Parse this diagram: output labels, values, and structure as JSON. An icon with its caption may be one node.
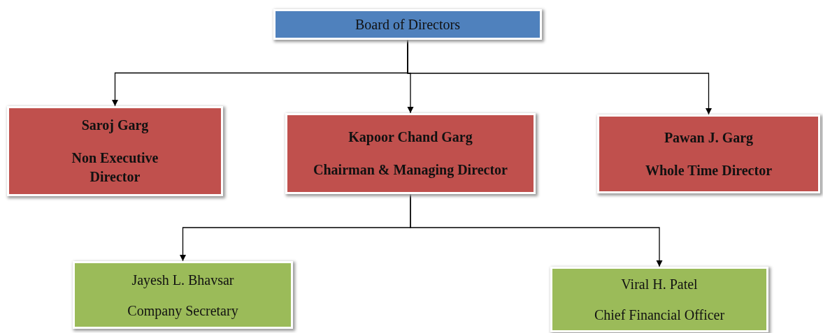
{
  "diagram": {
    "nodes": [
      {
        "text": [
          "Board of Directors"
        ]
      },
      {
        "text": [
          "Saroj Garg",
          "Non Executive Director"
        ]
      },
      {
        "text": [
          "Kapoor Chand Garg",
          "Chairman & Managing Director"
        ]
      },
      {
        "text": [
          "Pawan J. Garg",
          "Whole Time Director"
        ]
      },
      {
        "text": [
          "Jayesh L. Bhavsar",
          "Company Secretary"
        ]
      },
      {
        "text": [
          "Viral H. Patel",
          "Chief Financial Officer"
        ]
      }
    ],
    "edges": [
      {
        "from": 0,
        "to": 1,
        "arrow": "to"
      },
      {
        "from": 0,
        "to": 2,
        "arrow": "to"
      },
      {
        "from": 0,
        "to": 3,
        "arrow": "to"
      },
      {
        "from": 2,
        "to": 4,
        "arrow": "to"
      },
      {
        "from": 2,
        "to": 5,
        "arrow": "to"
      }
    ]
  }
}
